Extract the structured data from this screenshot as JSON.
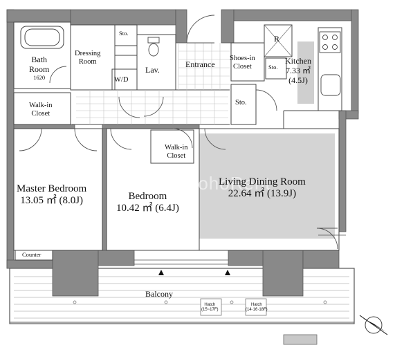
{
  "rooms": {
    "bath": {
      "name": "Bath",
      "name2": "Room",
      "size": "1620"
    },
    "dressing": {
      "name": "Dressing",
      "name2": "Room"
    },
    "sto_top": {
      "name": "Sto."
    },
    "wd": {
      "name": "W/D"
    },
    "lav": {
      "name": "Lav."
    },
    "entrance": {
      "name": "Entrance"
    },
    "shoes": {
      "name": "Shoes-in",
      "name2": "Closet"
    },
    "refrigerator": {
      "name": "R"
    },
    "sto_kitchen": {
      "name": "Sto."
    },
    "kitchen": {
      "name": "Kitchen",
      "area": "7.33 ㎡",
      "jo": "(4.5J)"
    },
    "sto_hall": {
      "name": "Sto."
    },
    "walkin1": {
      "name": "Walk-in",
      "name2": "Closet"
    },
    "walkin2": {
      "name": "Walk-in",
      "name2": "Closet"
    },
    "master": {
      "name": "Master Bedroom",
      "area": "13.05 ㎡ (8.0J)"
    },
    "bedroom": {
      "name": "Bedroom",
      "area": "10.42 ㎡ (6.4J)"
    },
    "ldk": {
      "name": "Living Dining Room",
      "area": "22.64 ㎡ (13.9J)"
    },
    "counter": {
      "name": "Counter"
    },
    "balcony": {
      "name": "Balcony"
    },
    "hatch1": {
      "name": "Hatch",
      "floors": "(15~17F)"
    },
    "hatch2": {
      "name": "Hatch",
      "floors": "(14·16·18F)"
    }
  },
  "watermark": "SohoRent",
  "colors": {
    "wall": "#898989",
    "floor_gray": "#d4d4d4",
    "line": "#444444",
    "kitchen_strip": "#cfcfcf"
  },
  "icons": [
    "north-arrow-icon",
    "bathtub-icon",
    "toilet-icon",
    "sink-icon",
    "stove-icon"
  ]
}
